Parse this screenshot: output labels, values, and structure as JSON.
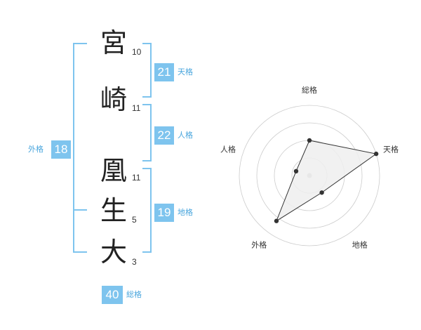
{
  "name_chars": [
    {
      "char": "宮",
      "strokes": "10"
    },
    {
      "char": "崎",
      "strokes": "11"
    },
    {
      "char": "凰",
      "strokes": "11"
    },
    {
      "char": "生",
      "strokes": "5"
    },
    {
      "char": "大",
      "strokes": "3"
    }
  ],
  "fortune": {
    "tenkaku": {
      "value": "21",
      "label": "天格"
    },
    "jinkaku": {
      "value": "22",
      "label": "人格"
    },
    "chikaku": {
      "value": "19",
      "label": "地格"
    },
    "gaikaku": {
      "value": "18",
      "label": "外格"
    },
    "soukaku": {
      "value": "40",
      "label": "総格"
    }
  },
  "chart_data": {
    "type": "radar",
    "axes": [
      "総格",
      "天格",
      "地格",
      "外格",
      "人格"
    ],
    "values": [
      2.5,
      5.0,
      1.5,
      4.0,
      1.0
    ],
    "rmax": 5,
    "rings": 4,
    "colors": {
      "fill": "#eeeeee",
      "line": "#333333",
      "ring": "#cccccc",
      "center": "#bbbbbb"
    }
  }
}
